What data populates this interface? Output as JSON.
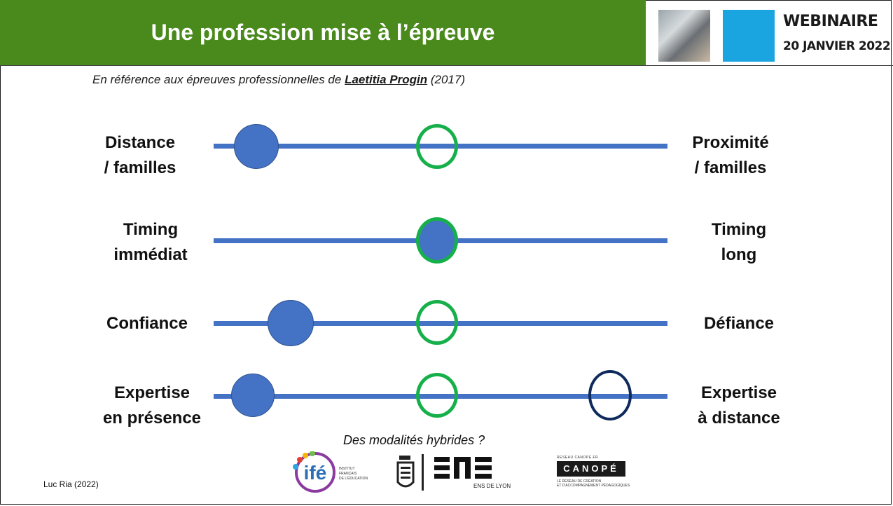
{
  "header": {
    "title": "Une profession mise à l’épreuve",
    "badge_line1": "WEBINAIRE",
    "badge_line2": "20 JANVIER 2022"
  },
  "subtitle": {
    "prefix": "En référence aux épreuves professionnelles de ",
    "author": "Laetitia Progin",
    "suffix": " (2017)"
  },
  "scales": [
    {
      "left_line1": "Distance",
      "left_line2": "/ familles",
      "right_line1": "Proximité",
      "right_line2": "/ familles"
    },
    {
      "left_line1": "Timing",
      "left_line2": "immédiat",
      "right_line1": "Timing",
      "right_line2": "long"
    },
    {
      "left_line1": "Confiance",
      "right_line1": "Défiance"
    },
    {
      "left_line1": "Expertise",
      "left_line2": "en présence",
      "right_line1": "Expertise",
      "right_line2": "à distance"
    }
  ],
  "question": "Des modalités hybrides ?",
  "credit": "Luc Ria (2022)",
  "logos": {
    "ife_letters": "ifé",
    "ife_caption": [
      "INSTITUT",
      "FRANÇAIS",
      "DE L'ÉDUCATION"
    ],
    "ens_caption": "ENS DE LYON",
    "canope_top": "RESEAU CANOPE.FR",
    "canope_name": "CANOPÉ",
    "canope_caption": [
      "LE RÉSEAU DE CRÉATION",
      "ET D'ACCOMPAGNEMENT PÉDAGOGIQUES"
    ]
  },
  "colors": {
    "title_bar": "#4a8a1c",
    "scale_line": "#4472c4",
    "green_ring": "#16b04a",
    "navy_ring": "#0f2a5c",
    "badge_blue": "#1aa4e0"
  }
}
